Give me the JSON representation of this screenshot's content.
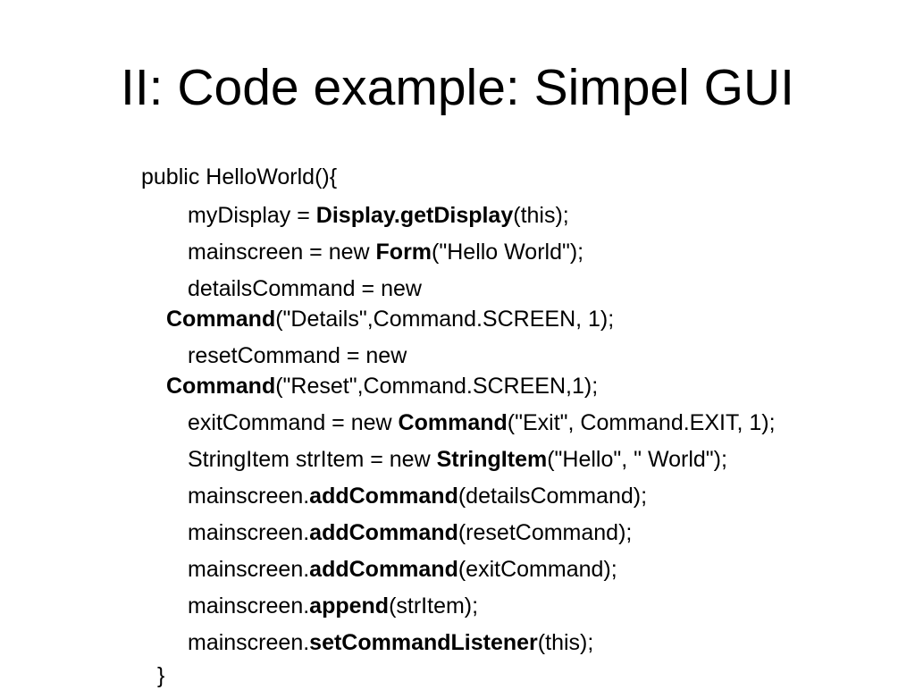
{
  "title": "II: Code example: Simpel GUI",
  "code": {
    "header": "public HelloWorld(){",
    "line1": {
      "pre": "myDisplay = ",
      "bold": "Display.getDisplay",
      "post": "(this);"
    },
    "line2": {
      "pre": "mainscreen = new ",
      "bold": "Form",
      "post": "(\"Hello World\");"
    },
    "line3a": "detailsCommand = new",
    "line3b": {
      "bold": "Command",
      "post": "(\"Details\",Command.SCREEN, 1);"
    },
    "line4a": "resetCommand = new",
    "line4b": {
      "bold": "Command",
      "post": "(\"Reset\",Command.SCREEN,1);"
    },
    "line5": {
      "pre": "exitCommand = new ",
      "bold": "Command",
      "post": "(\"Exit\", Command.EXIT, 1);"
    },
    "line6": {
      "pre": "StringItem strItem = new ",
      "bold": "StringItem",
      "post": "(\"Hello\", \" World\");"
    },
    "line7": {
      "pre": "mainscreen.",
      "bold": "addCommand",
      "post": "(detailsCommand);"
    },
    "line8": {
      "pre": "mainscreen.",
      "bold": "addCommand",
      "post": "(resetCommand);"
    },
    "line9": {
      "pre": "mainscreen.",
      "bold": "addCommand",
      "post": "(exitCommand);"
    },
    "line10": {
      "pre": "mainscreen.",
      "bold": "append",
      "post": "(strItem);"
    },
    "line11": {
      "pre": "mainscreen.",
      "bold": "setCommandListener",
      "post": "(this);"
    },
    "footer": "}"
  }
}
